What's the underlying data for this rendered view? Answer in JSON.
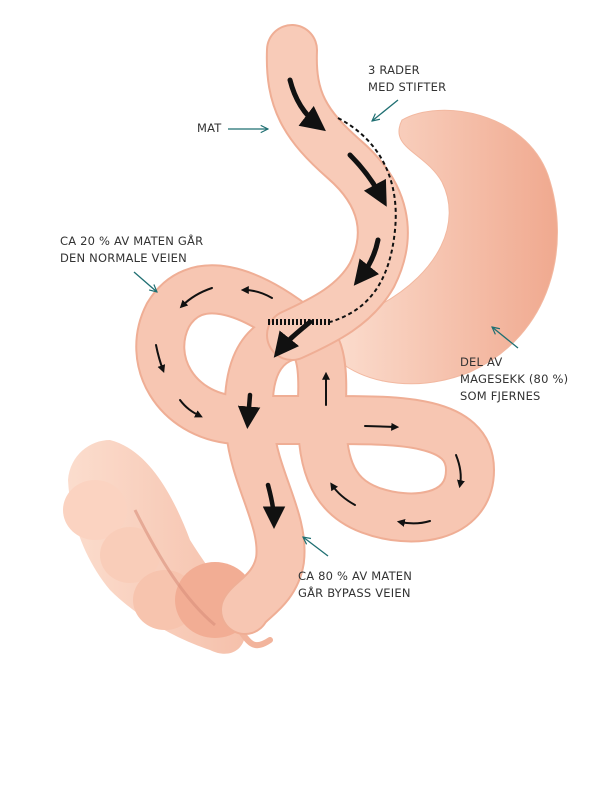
{
  "labels": {
    "food": "MAT",
    "staples": [
      "3 RADER",
      "MED STIFTER"
    ],
    "normal_route": [
      "CA 20 % AV MATEN GÅR",
      "DEN NORMALE VEIEN"
    ],
    "removed_stomach": [
      "DEL AV",
      "MAGESEKK (80 %)",
      "SOM FJERNES"
    ],
    "bypass_route": [
      "CA 80 % AV MATEN",
      "GÅR BYPASS VEIEN"
    ]
  },
  "colors": {
    "tissue": "#f7c6b2",
    "tissue_edge": "#efae95",
    "pointer": "#1f6f72",
    "text": "#333333",
    "colon": "#f9cdb9"
  }
}
